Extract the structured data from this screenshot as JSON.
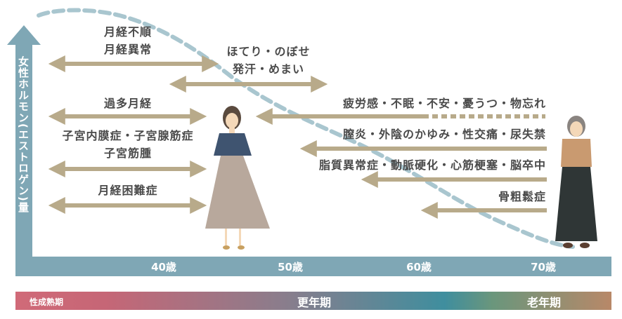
{
  "y_axis_label": "女性ホルモン(エストロゲン)量",
  "x_ticks": [
    "40歳",
    "50歳",
    "60歳",
    "70歳"
  ],
  "phases": [
    "性成熟期",
    "更年期",
    "老年期"
  ],
  "left_symptoms": [
    {
      "lines": [
        "月経不順",
        "月経異常"
      ]
    },
    {
      "lines": [
        "ほてり・のぼせ",
        "発汗・めまい"
      ]
    },
    {
      "lines": [
        "過多月経"
      ]
    },
    {
      "lines": [
        "子宮内膜症・子宮腺筋症",
        "子宮筋腫"
      ]
    },
    {
      "lines": [
        "月経困難症"
      ]
    }
  ],
  "right_symptoms": [
    "疲労感・不眠・不安・憂うつ・物忘れ",
    "膣炎・外陰のかゆみ・性交痛・尿失禁",
    "脂質異常症・動脈硬化・心筋梗塞・脳卒中",
    "骨粗鬆症"
  ],
  "colors": {
    "axis": "#7fa7b5",
    "arrow": "#b8aa8a",
    "curve": "#a9c6cf",
    "text": "#4a4a4a"
  }
}
